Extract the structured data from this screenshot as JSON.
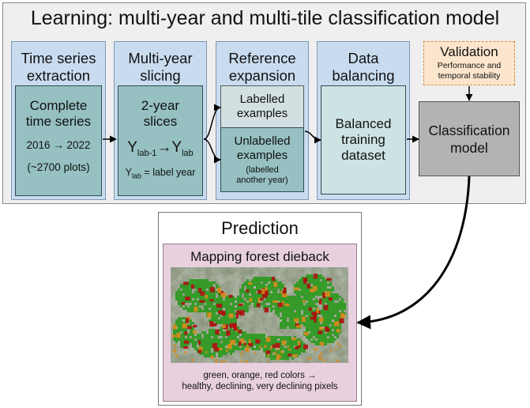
{
  "title": "Learning: multi-year and multi-tile classification model",
  "stages": {
    "extraction": {
      "title": "Time series extraction",
      "box_title": "Complete time series",
      "years": "2016 → 2022",
      "plots": "(~2700 plots)"
    },
    "slicing": {
      "title": "Multi-year slicing",
      "box_title": "2-year slices",
      "formula_main": "Y",
      "formula_sub1": "lab-1",
      "formula_arrow": "→",
      "formula_main2": "Y",
      "formula_sub2": "lab",
      "note_main": "Y",
      "note_sub": "lab",
      "note_rest": " = label year"
    },
    "reference": {
      "title": "Reference expansion",
      "labelled": "Labelled examples",
      "unlabelled": "Unlabelled examples",
      "unlabelled_note": "(labelled another year)"
    },
    "balancing": {
      "title": "Data balancing",
      "box_title": "Balanced training dataset"
    }
  },
  "validation": {
    "title": "Validation",
    "subtitle": "Performance and temporal stability"
  },
  "classification": {
    "label": "Classification model"
  },
  "prediction": {
    "title": "Prediction",
    "subtitle": "Mapping forest dieback",
    "caption_line1": "green, orange, red colors →",
    "caption_line2": "healthy, declining, very declining pixels"
  },
  "colors": {
    "healthy": "#2f9a23",
    "declining": "#d98a1c",
    "very_declining": "#b01010"
  }
}
